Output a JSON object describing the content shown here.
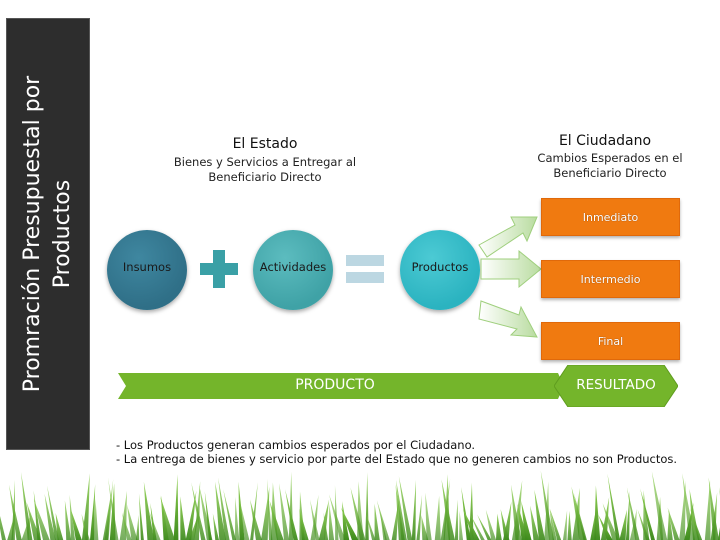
{
  "sidebar": {
    "title": "Promración Presupuestal por Productos"
  },
  "estado": {
    "title": "El Estado",
    "subtitle_line1": "Bienes y Servicios a Entregar al",
    "subtitle_line2": "Beneficiario Directo"
  },
  "ciudadano": {
    "title": "El Ciudadano",
    "subtitle_line1": "Cambios Esperados en el",
    "subtitle_line2": "Beneficiario Directo"
  },
  "nodes": {
    "insumos": "Insumos",
    "actividades": "Actividades",
    "productos": "Productos"
  },
  "results": {
    "inmediato": "Inmediato",
    "intermedio": "Intermedio",
    "final": "Final"
  },
  "bars": {
    "producto": "PRODUCTO",
    "resultado": "RESULTADO"
  },
  "notes": {
    "line1": "- Los Productos generan cambios esperados por el Ciudadano.",
    "line2": "- La entrega de bienes y servicio por parte del Estado que no generen cambios no son Productos."
  },
  "colors": {
    "insumos": "#2f6f87",
    "actividades": "#3fa2a6",
    "productos": "#2bb3c0",
    "orange": "#f07a10",
    "green": "#74b52b",
    "sidebar": "#2d2d2d"
  }
}
